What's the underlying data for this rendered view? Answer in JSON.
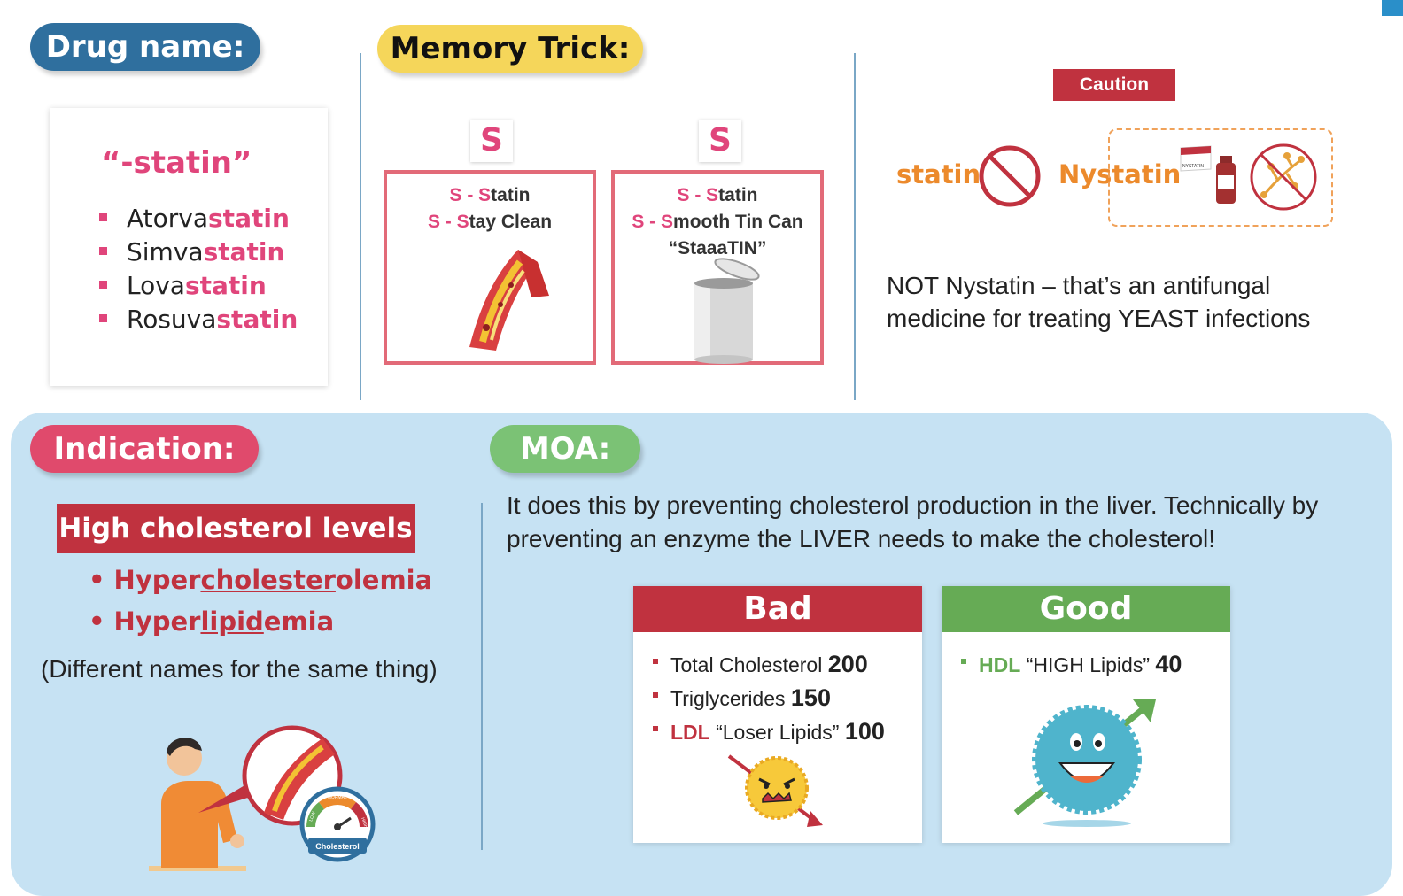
{
  "headers": {
    "drug_name": "Drug name:",
    "memory_trick": "Memory Trick:",
    "indication": "Indication:",
    "moa": "MOA:"
  },
  "drug_name": {
    "suffix": "“-statin”",
    "drugs": [
      {
        "prefix": "Atorva",
        "suffix": "statin"
      },
      {
        "prefix": "Simva",
        "suffix": "statin"
      },
      {
        "prefix": "Lova",
        "suffix": "statin"
      },
      {
        "prefix": "Rosuva",
        "suffix": "statin"
      }
    ]
  },
  "memory_trick": {
    "badges": [
      "S",
      "S"
    ],
    "box1": {
      "line1_letter": "S - S",
      "line1_rest": "tatin",
      "line2_letter": "S - S",
      "line2_rest": "tay Clean"
    },
    "box2": {
      "line1_letter": "S - S",
      "line1_rest": "tatin",
      "line2_letter": "S - S",
      "line2_rest": "mooth Tin Can",
      "line3": "“StaaaTIN”"
    }
  },
  "caution": {
    "tag": "Caution",
    "word_left": "statin",
    "word_right": "Nystatin",
    "bottle_label": "NYSTATIN",
    "note": "NOT Nystatin – that’s an antifungal medicine for treating YEAST infections"
  },
  "indication": {
    "title": "High cholesterol levels",
    "items": [
      {
        "pre": "Hyper",
        "ul": "cholester",
        "post": "olemia"
      },
      {
        "pre": "Hyper",
        "ul": "lipid",
        "post": "emia"
      }
    ],
    "note": "(Different names for the same thing)",
    "gauge": {
      "label": "Cholesterol",
      "normal": "NORMAL",
      "low": "LOW",
      "high": "HIGH"
    }
  },
  "moa": {
    "text": "It does this by preventing cholesterol production in the liver.  Technically by preventing an enzyme the LIVER needs to make the cholesterol!",
    "bad": {
      "title": "Bad",
      "items": [
        {
          "tag": "",
          "label": "Total Cholesterol ",
          "value": "200"
        },
        {
          "tag": "",
          "label": "Triglycerides ",
          "value": "150"
        },
        {
          "tag": "LDL",
          "label": " “Loser Lipids” ",
          "value": "100"
        }
      ]
    },
    "good": {
      "title": "Good",
      "items": [
        {
          "tag": "HDL",
          "label": " “HIGH Lipids” ",
          "value": "40"
        }
      ]
    }
  },
  "colors": {
    "pink": "#e0457b",
    "red": "#c0323f",
    "green": "#66ab55",
    "blue": "#2f6f9e",
    "yellow": "#f5d65a",
    "orange": "#ec8a2c",
    "light_blue_bg": "#c6e2f3"
  }
}
